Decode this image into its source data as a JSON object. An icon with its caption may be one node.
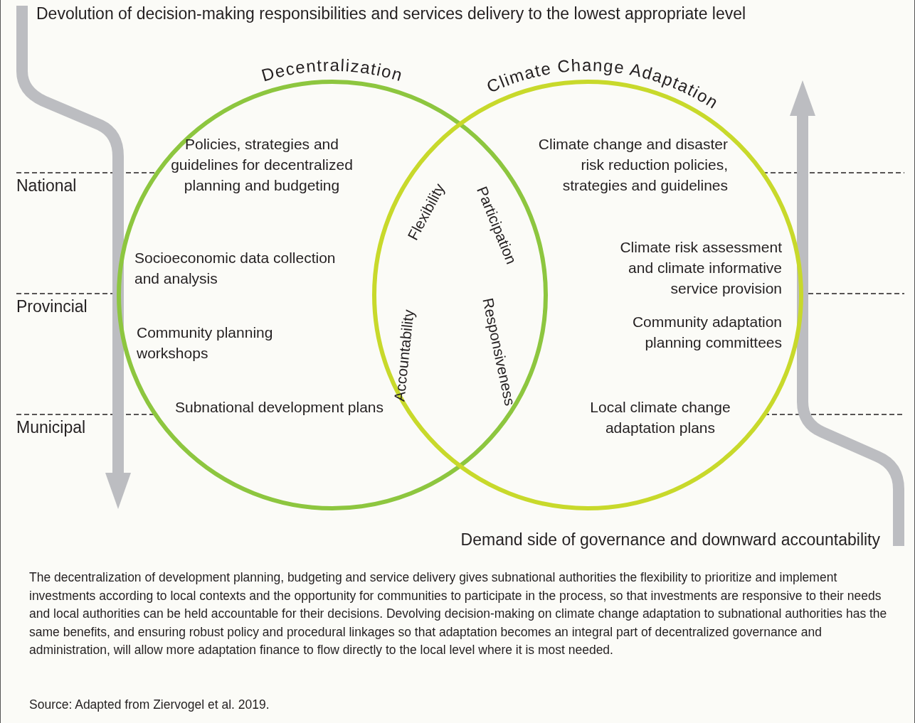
{
  "diagram": {
    "nodes": [
      {
        "text": [
          "Decentralization",
          "Policies, strategies and guidelines for decentralized planning and budgeting",
          "Socioeconomic data collection and analysis",
          "Community planning workshops",
          "Subnational development plans"
        ]
      },
      {
        "text": [
          "Climate Change Adaptation",
          "Climate change and disaster risk reduction policies, strategies and guidelines",
          "Climate risk assessment and climate informative service provision",
          "Community adaptation planning committees",
          "Local climate change adaptation plans"
        ]
      }
    ],
    "labels": [
      "Devolution of decision-making responsibilities and services delivery to the lowest appropriate level",
      "National",
      "Provincial",
      "Municipal",
      "Flexibility",
      "Participation",
      "Accountability",
      "Responsiveness",
      "Demand side of governance and downward accountability",
      "Source:  Adapted from Ziervogel et al. 2019."
    ],
    "caption": "The decentralization of development planning, budgeting and service delivery gives subnational authorities the flexibility to prioritize and implement investments according to local contexts and the opportunity for communities to participate in the process, so that investments are responsive to their needs and local authorities can be held accountable for their decisions. Devolving decision-making on climate change adaptation to subnational authorities has the same benefits, and ensuring robust policy and procedural linkages so that adaptation becomes an integral part of decentralized governance and administration, will allow more adaptation finance to flow directly to the local level where it is most needed."
  }
}
